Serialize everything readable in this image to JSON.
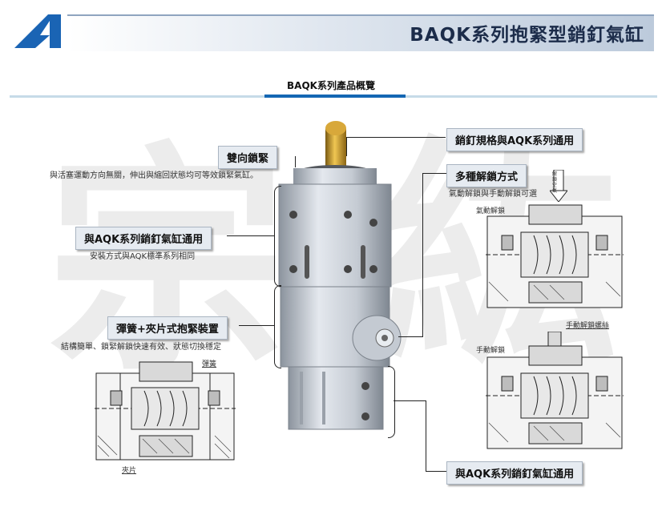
{
  "header": {
    "title": "BAQK系列抱緊型銷釘氣缸"
  },
  "section": {
    "title": "BAQK系列產品概覽"
  },
  "watermark": {
    "left_char": "宗",
    "right_char": "紘"
  },
  "features": {
    "bidirectional_lock": {
      "label": "雙向鎖緊",
      "desc": "與活塞運動方向無關，伸出與縮回狀態均可等效鎖緊氣缸。"
    },
    "common_with_aqk": {
      "label": "與AQK系列銷釘氣缸通用",
      "desc": "安裝方式與AQK標準系列相同"
    },
    "spring_clamp": {
      "label": "彈簧+夾片式抱緊裝置",
      "desc": "結構簡單、鎖緊解鎖快速有效、狀態切換穩定"
    },
    "pin_spec": {
      "label": "銷釘規格與AQK系列通用"
    },
    "unlock_methods": {
      "label": "多種解鎖方式",
      "desc": "氣動解鎖與手動解鎖可選"
    },
    "common_with_aqk_bottom": {
      "label": "與AQK系列銷釘氣缸通用"
    }
  },
  "diagrams": {
    "spring_label": "彈簧",
    "clip_label": "夾片",
    "pneumatic_unlock": "氣動解鎖",
    "manual_unlock": "手動解鎖",
    "manual_unlock_screw": "手動解鎖螺絲",
    "unlock_air": "解鎖空氣"
  }
}
